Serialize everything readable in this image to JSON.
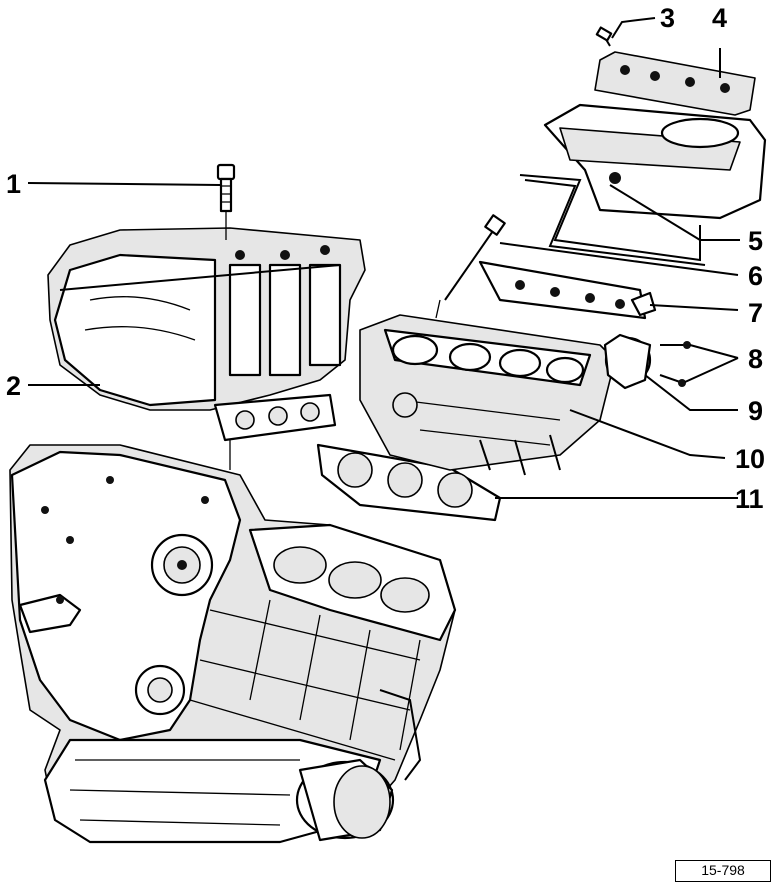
{
  "callouts": [
    {
      "id": "1",
      "label": "1"
    },
    {
      "id": "2",
      "label": "2"
    },
    {
      "id": "3",
      "label": "3"
    },
    {
      "id": "4",
      "label": "4"
    },
    {
      "id": "5",
      "label": "5"
    },
    {
      "id": "6",
      "label": "6"
    },
    {
      "id": "7",
      "label": "7"
    },
    {
      "id": "8",
      "label": "8"
    },
    {
      "id": "9",
      "label": "9"
    },
    {
      "id": "10",
      "label": "10"
    },
    {
      "id": "11",
      "label": "11"
    }
  ],
  "reference_code": "15-798"
}
